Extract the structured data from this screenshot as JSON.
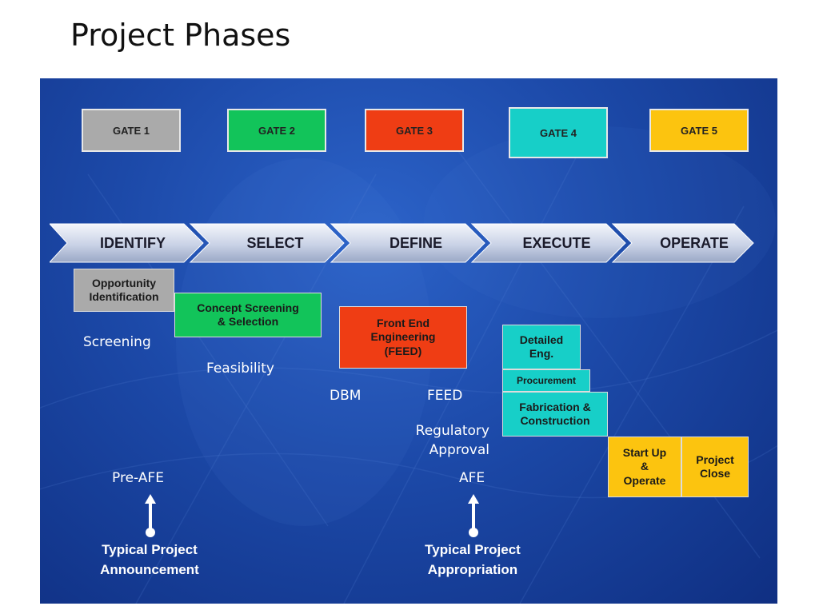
{
  "title": "Project Phases",
  "gates": [
    {
      "label": "GATE 1",
      "color": "#aaaaaa"
    },
    {
      "label": "GATE 2",
      "color": "#12c45a"
    },
    {
      "label": "GATE 3",
      "color": "#ef3d14"
    },
    {
      "label": "GATE 4",
      "color": "#17cfc8"
    },
    {
      "label": "GATE 5",
      "color": "#fcc40f"
    }
  ],
  "phases": [
    "IDENTIFY",
    "SELECT",
    "DEFINE",
    "EXECUTE",
    "OPERATE"
  ],
  "boxes": {
    "opportunity": {
      "text": "Opportunity\nIdentification",
      "color": "#aaaaaa"
    },
    "concept": {
      "text": "Concept Screening\n& Selection",
      "color": "#12c45a"
    },
    "feed": {
      "text": "Front End\nEngineering\n(FEED)",
      "color": "#ef3d14"
    },
    "detailed": {
      "text": "Detailed\nEng.",
      "color": "#17cfc8"
    },
    "procurement": {
      "text": "Procurement",
      "color": "#17cfc8"
    },
    "fabrication": {
      "text": "Fabrication &\nConstruction",
      "color": "#17cfc8"
    },
    "startup": {
      "text": "Start Up\n&\nOperate",
      "color": "#fcc40f"
    },
    "close": {
      "text": "Project\nClose",
      "color": "#fcc40f"
    }
  },
  "labels": {
    "screening": "Screening",
    "feasibility": "Feasibility",
    "dbm": "DBM",
    "feed": "FEED",
    "regulatory": "Regulatory\nApproval",
    "pre_afe": "Pre-AFE",
    "afe": "AFE",
    "announcement": "Typical Project\nAnnouncement",
    "appropriation": "Typical Project\nAppropriation"
  }
}
